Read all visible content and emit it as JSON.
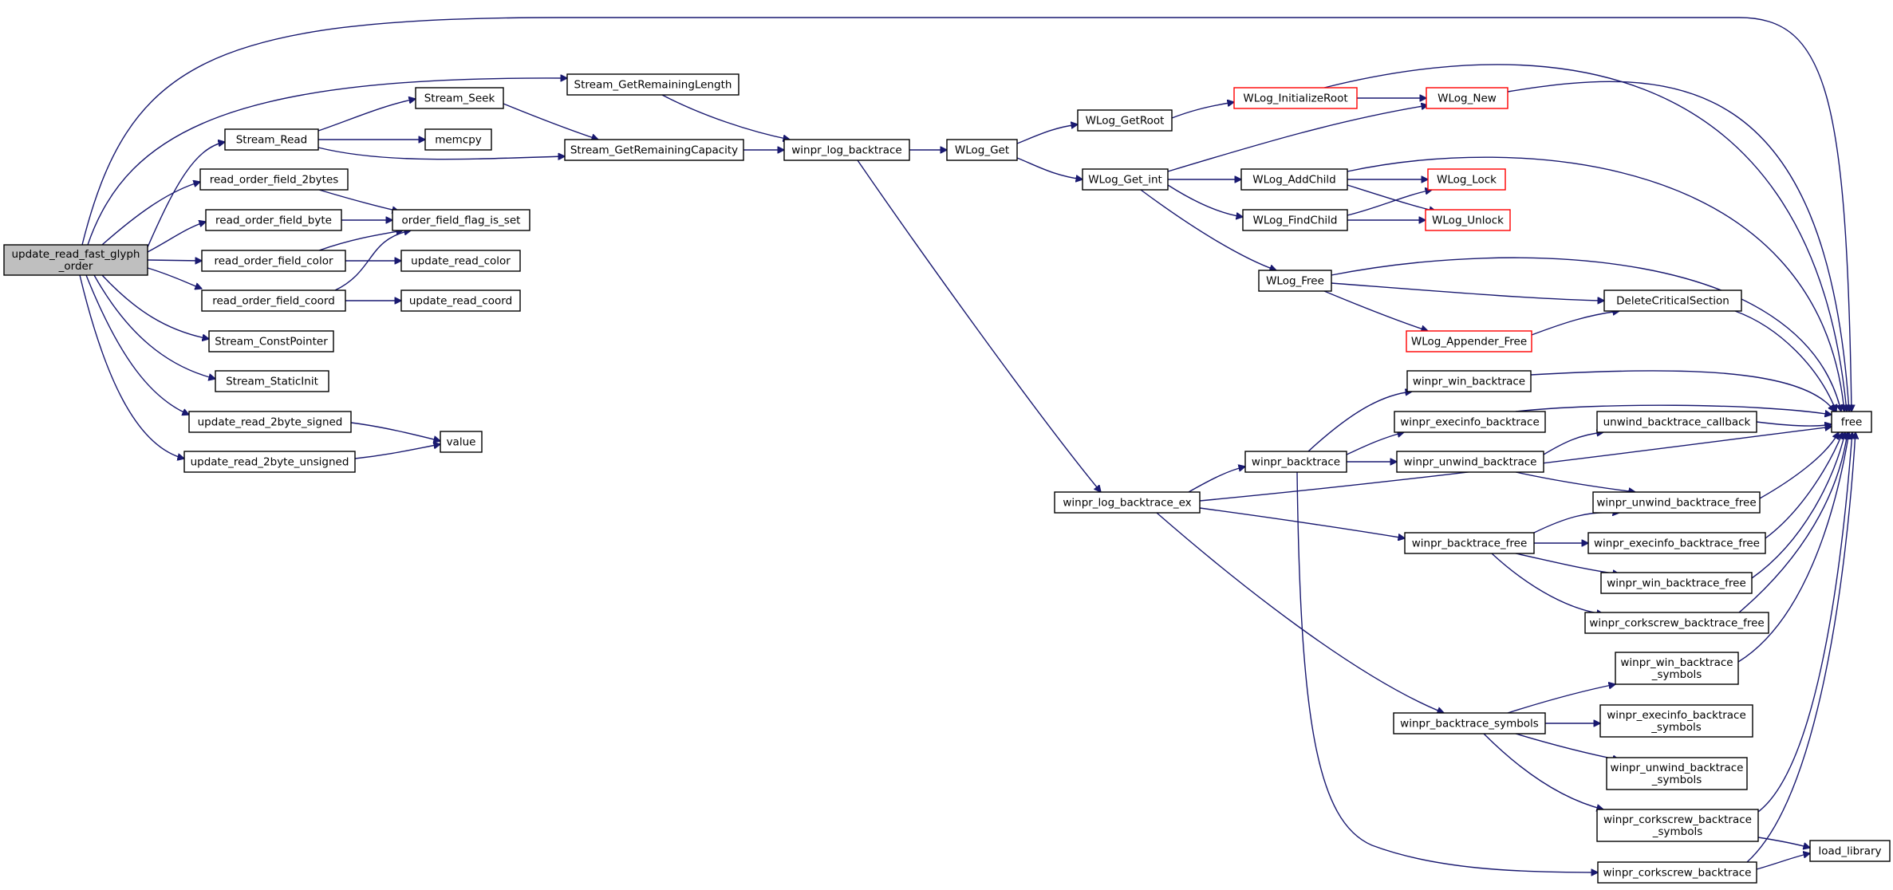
{
  "diagram": {
    "type": "call-graph",
    "colors": {
      "edge": "#191970",
      "root_fill": "#bfbfbf",
      "highlight_border": "#ff0000"
    },
    "nodes": [
      {
        "id": "root",
        "lines": [
          "update_read_fast_glyph",
          "_order"
        ],
        "style": "root"
      },
      {
        "id": "stream_getremaininglength",
        "lines": [
          "Stream_GetRemainingLength"
        ]
      },
      {
        "id": "stream_read",
        "lines": [
          "Stream_Read"
        ]
      },
      {
        "id": "stream_seek",
        "lines": [
          "Stream_Seek"
        ]
      },
      {
        "id": "memcpy",
        "lines": [
          "memcpy"
        ]
      },
      {
        "id": "stream_getremainingcapacity",
        "lines": [
          "Stream_GetRemainingCapacity"
        ]
      },
      {
        "id": "read_order_field_2bytes",
        "lines": [
          "read_order_field_2bytes"
        ]
      },
      {
        "id": "read_order_field_byte",
        "lines": [
          "read_order_field_byte"
        ]
      },
      {
        "id": "read_order_field_color",
        "lines": [
          "read_order_field_color"
        ]
      },
      {
        "id": "read_order_field_coord",
        "lines": [
          "read_order_field_coord"
        ]
      },
      {
        "id": "order_field_flag_is_set",
        "lines": [
          "order_field_flag_is_set"
        ]
      },
      {
        "id": "update_read_color",
        "lines": [
          "update_read_color"
        ]
      },
      {
        "id": "update_read_coord",
        "lines": [
          "update_read_coord"
        ]
      },
      {
        "id": "stream_constpointer",
        "lines": [
          "Stream_ConstPointer"
        ]
      },
      {
        "id": "stream_staticinit",
        "lines": [
          "Stream_StaticInit"
        ]
      },
      {
        "id": "update_read_2byte_signed",
        "lines": [
          "update_read_2byte_signed"
        ]
      },
      {
        "id": "update_read_2byte_unsigned",
        "lines": [
          "update_read_2byte_unsigned"
        ]
      },
      {
        "id": "value",
        "lines": [
          "value"
        ]
      },
      {
        "id": "winpr_log_backtrace",
        "lines": [
          "winpr_log_backtrace"
        ]
      },
      {
        "id": "wlog_get",
        "lines": [
          "WLog_Get"
        ]
      },
      {
        "id": "wlog_getroot",
        "lines": [
          "WLog_GetRoot"
        ]
      },
      {
        "id": "wlog_get_int",
        "lines": [
          "WLog_Get_int"
        ]
      },
      {
        "id": "wlog_initializeroot",
        "lines": [
          "WLog_InitializeRoot"
        ],
        "style": "red"
      },
      {
        "id": "wlog_new",
        "lines": [
          "WLog_New"
        ],
        "style": "red"
      },
      {
        "id": "wlog_addchild",
        "lines": [
          "WLog_AddChild"
        ]
      },
      {
        "id": "wlog_findchild",
        "lines": [
          "WLog_FindChild"
        ]
      },
      {
        "id": "wlog_lock",
        "lines": [
          "WLog_Lock"
        ],
        "style": "red"
      },
      {
        "id": "wlog_unlock",
        "lines": [
          "WLog_Unlock"
        ],
        "style": "red"
      },
      {
        "id": "wlog_free",
        "lines": [
          "WLog_Free"
        ]
      },
      {
        "id": "deletecriticalsection",
        "lines": [
          "DeleteCriticalSection"
        ]
      },
      {
        "id": "wlog_appender_free",
        "lines": [
          "WLog_Appender_Free"
        ],
        "style": "red"
      },
      {
        "id": "free",
        "lines": [
          "free"
        ]
      },
      {
        "id": "winpr_win_backtrace",
        "lines": [
          "winpr_win_backtrace"
        ]
      },
      {
        "id": "winpr_execinfo_backtrace",
        "lines": [
          "winpr_execinfo_backtrace"
        ]
      },
      {
        "id": "winpr_backtrace",
        "lines": [
          "winpr_backtrace"
        ]
      },
      {
        "id": "winpr_unwind_backtrace",
        "lines": [
          "winpr_unwind_backtrace"
        ]
      },
      {
        "id": "unwind_backtrace_callback",
        "lines": [
          "unwind_backtrace_callback"
        ]
      },
      {
        "id": "winpr_log_backtrace_ex",
        "lines": [
          "winpr_log_backtrace_ex"
        ]
      },
      {
        "id": "winpr_unwind_backtrace_free",
        "lines": [
          "winpr_unwind_backtrace_free"
        ]
      },
      {
        "id": "winpr_backtrace_free",
        "lines": [
          "winpr_backtrace_free"
        ]
      },
      {
        "id": "winpr_execinfo_backtrace_free",
        "lines": [
          "winpr_execinfo_backtrace_free"
        ]
      },
      {
        "id": "winpr_win_backtrace_free",
        "lines": [
          "winpr_win_backtrace_free"
        ]
      },
      {
        "id": "winpr_corkscrew_backtrace_free",
        "lines": [
          "winpr_corkscrew_backtrace_free"
        ]
      },
      {
        "id": "winpr_win_backtrace_symbols",
        "lines": [
          "winpr_win_backtrace",
          "_symbols"
        ]
      },
      {
        "id": "winpr_backtrace_symbols",
        "lines": [
          "winpr_backtrace_symbols"
        ]
      },
      {
        "id": "winpr_execinfo_backtrace_symbols",
        "lines": [
          "winpr_execinfo_backtrace",
          "_symbols"
        ]
      },
      {
        "id": "winpr_unwind_backtrace_symbols",
        "lines": [
          "winpr_unwind_backtrace",
          "_symbols"
        ]
      },
      {
        "id": "winpr_corkscrew_backtrace_symbols",
        "lines": [
          "winpr_corkscrew_backtrace",
          "_symbols"
        ]
      },
      {
        "id": "load_library",
        "lines": [
          "load_library"
        ]
      },
      {
        "id": "winpr_corkscrew_backtrace",
        "lines": [
          "winpr_corkscrew_backtrace"
        ]
      }
    ]
  }
}
